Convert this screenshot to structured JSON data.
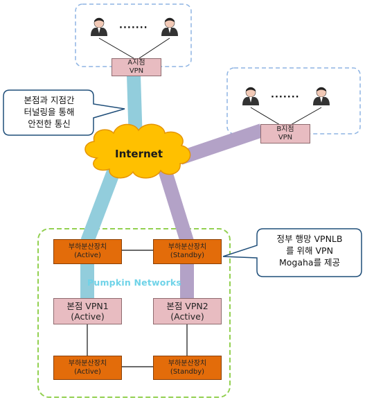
{
  "branch_a": {
    "title": "A지점",
    "sub": "VPN",
    "dots": "·······"
  },
  "branch_b": {
    "title": "B지점",
    "sub": "VPN",
    "dots": "·······"
  },
  "internet": {
    "label": "Internet"
  },
  "callout_left": {
    "lines": [
      "본점과 지점간",
      "터널링을 통해",
      "안전한 통신"
    ]
  },
  "callout_right": {
    "lines": [
      "정부 행망 VPNLB",
      "를 위해 VPN",
      "Mogaha를 제공"
    ]
  },
  "hq_group": {
    "label": "Pumpkin Networks"
  },
  "lb_top_left": {
    "title": "부하분산장치",
    "sub": "(Active)"
  },
  "lb_top_right": {
    "title": "부하분산장치",
    "sub": "(Standby)"
  },
  "vpn1": {
    "title": "본점 VPN1",
    "sub": "(Active)"
  },
  "vpn2": {
    "title": "본점 VPN2",
    "sub": "(Active)"
  },
  "lb_bottom_left": {
    "title": "부하분산장치",
    "sub": "(Active)"
  },
  "lb_bottom_right": {
    "title": "부하분산장치",
    "sub": "(Standby)"
  },
  "colors": {
    "blue_link": "#92cddc",
    "purple_link": "#b3a2c7",
    "cloud": "#ffc000",
    "lb": "#e36c0a",
    "vpn": "#e8bcc1",
    "callout_border": "#1f4e79",
    "group_border": "#92d050",
    "branch_border": "#8eb4e3"
  }
}
